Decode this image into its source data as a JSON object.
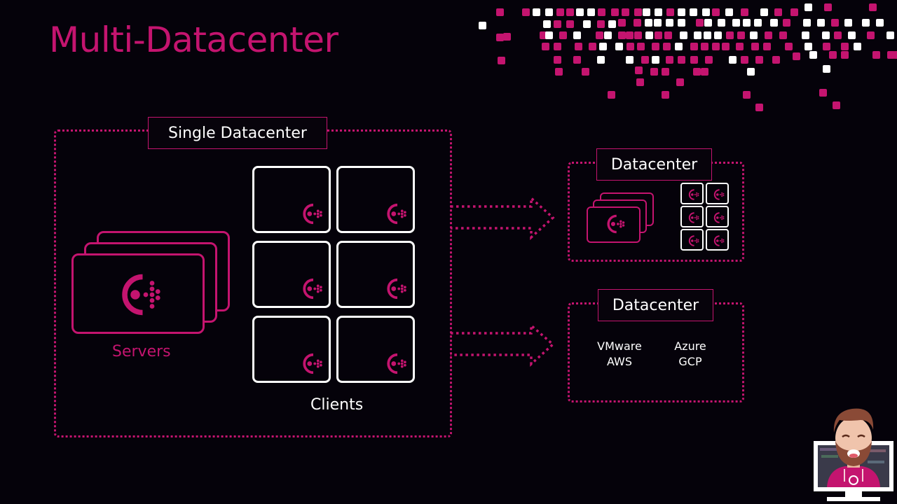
{
  "slide": {
    "title": "Multi-Datacenter",
    "accent_color": "#c4146f",
    "background_color": "#05020a"
  },
  "single_datacenter": {
    "label": "Single Datacenter",
    "servers_label": "Servers",
    "clients_label": "Clients",
    "client_count": 6,
    "server_stack_count": 3
  },
  "remote_datacenters": [
    {
      "label": "Datacenter",
      "content": "servers-and-clients",
      "client_count": 6
    },
    {
      "label": "Datacenter",
      "content": "platforms",
      "platforms": [
        "VMware",
        "AWS",
        "Azure",
        "GCP"
      ]
    }
  ],
  "icons": {
    "logo": "consul-logo-icon",
    "arrow": "dotted-arrow-icon",
    "presenter": "presenter-avatar-icon"
  }
}
